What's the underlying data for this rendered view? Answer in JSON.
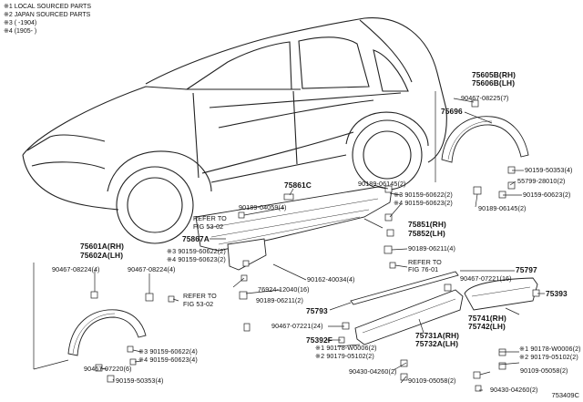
{
  "legend": [
    "※1 LOCAL SOURCED PARTS",
    "※2 JAPAN SOURCED PARTS",
    "※3 (      -1904)",
    "※4 (1905-      )"
  ],
  "labels": [
    {
      "id": "75605b",
      "text": "75605B(RH)",
      "big": true
    },
    {
      "id": "75606b",
      "text": "75606B(LH)",
      "big": true
    },
    {
      "id": "90467-08225",
      "text": "90467-08225(7)"
    },
    {
      "id": "75696",
      "text": "75696",
      "big": true
    },
    {
      "id": "90159-50353-r",
      "text": "90159-50353(4)"
    },
    {
      "id": "55799",
      "text": "55799-28010(2)"
    },
    {
      "id": "90159-60623-r",
      "text": "90159-60623(2)"
    },
    {
      "id": "90189-06145-r",
      "text": "90189-06145(2)"
    },
    {
      "id": "75861c",
      "text": "75861C",
      "big": true
    },
    {
      "id": "90189-06145-c",
      "text": "90189-06145(2)"
    },
    {
      "id": "90159-60622-3",
      "text": "※3 90159-60622(2)"
    },
    {
      "id": "90159-60623-4",
      "text": "※4 90159-60623(2)"
    },
    {
      "id": "90189-04059",
      "text": "90189-04059(4)"
    },
    {
      "id": "ref-53-02-a1",
      "text": "REFER TO"
    },
    {
      "id": "ref-53-02-a2",
      "text": "FIG 53-02"
    },
    {
      "id": "75867a",
      "text": "75867A",
      "big": true
    },
    {
      "id": "75851",
      "text": "75851(RH)",
      "big": true
    },
    {
      "id": "75852",
      "text": "75852(LH)",
      "big": true
    },
    {
      "id": "90189-06211-a",
      "text": "90189-06211(4)"
    },
    {
      "id": "75601a",
      "text": "75601A(RH)",
      "big": true
    },
    {
      "id": "75602a",
      "text": "75602A(LH)",
      "big": true
    },
    {
      "id": "90159-60622-l",
      "text": "※3 90159-60622(2)"
    },
    {
      "id": "90159-60623-l",
      "text": "※4 90159-60623(2)"
    },
    {
      "id": "90467-08224-a",
      "text": "90467-08224(4)"
    },
    {
      "id": "90467-08224-b",
      "text": "90467-08224(4)"
    },
    {
      "id": "ref-76-01-1",
      "text": "REFER TO"
    },
    {
      "id": "ref-76-01-2",
      "text": "FIG 76-01"
    },
    {
      "id": "90162-40034",
      "text": "90162-40034(4)"
    },
    {
      "id": "75797",
      "text": "75797",
      "big": true
    },
    {
      "id": "76924",
      "text": "76924-12040(16)"
    },
    {
      "id": "90467-07221-a",
      "text": "90467-07221(16)"
    },
    {
      "id": "90189-06211-b",
      "text": "90189-06211(2)"
    },
    {
      "id": "ref-53-02-b1",
      "text": "REFER TO"
    },
    {
      "id": "ref-53-02-b2",
      "text": "FIG 53-02"
    },
    {
      "id": "75393",
      "text": "75393",
      "big": true
    },
    {
      "id": "75793",
      "text": "75793",
      "big": true
    },
    {
      "id": "90467-07221-b",
      "text": "90467-07221(24)"
    },
    {
      "id": "75741",
      "text": "75741(RH)",
      "big": true
    },
    {
      "id": "75742",
      "text": "75742(LH)",
      "big": true
    },
    {
      "id": "75392f",
      "text": "75392F",
      "big": true
    },
    {
      "id": "75731a",
      "text": "75731A(RH)",
      "big": true
    },
    {
      "id": "75732a",
      "text": "75732A(LH)",
      "big": true
    },
    {
      "id": "90178-w0006-l",
      "text": "※1 90178-W0006(2)"
    },
    {
      "id": "90179-05102-l",
      "text": "※2 90179-05102(2)"
    },
    {
      "id": "90178-w0006-r",
      "text": "※1 90178-W0006(2)"
    },
    {
      "id": "90179-05102-r",
      "text": "※2 90179-05102(2)"
    },
    {
      "id": "90159-60622-b",
      "text": "※3 90159-60622(4)"
    },
    {
      "id": "90159-60623-b",
      "text": "※4 90159-60623(4)"
    },
    {
      "id": "90467-07220",
      "text": "90467-07220(6)"
    },
    {
      "id": "90430-04260-l",
      "text": "90430-04260(2)"
    },
    {
      "id": "90109-05058-l",
      "text": "90109-05058(2)"
    },
    {
      "id": "90109-05058-r",
      "text": "90109-05058(2)"
    },
    {
      "id": "90159-50353-b",
      "text": "90159-50353(4)"
    },
    {
      "id": "90430-04260-r",
      "text": "90430-04260(2)"
    }
  ],
  "diagram_code": "753409C"
}
